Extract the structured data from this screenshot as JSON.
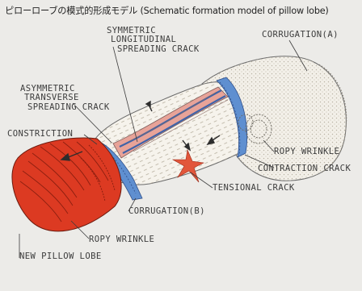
{
  "title": "ピローローブの模式的形成モデル (Schematic formation model of pillow lobe)",
  "labels": {
    "symmetric_crack": [
      "SYMMETRIC",
      "LONGITUDINAL",
      "SPREADING CRACK"
    ],
    "corrugation_a": "CORRUGATION(A)",
    "asymmetric_crack": [
      "ASYMMETRIC",
      "TRANSVERSE",
      "SPREADING CRACK"
    ],
    "constriction": "CONSTRICTION",
    "ropy_wrinkle_right": "ROPY WRINKLE",
    "contraction_crack": "CONTRACTION CRACK",
    "tensional_crack": "TENSIONAL CRACK",
    "corrugation_b": "CORRUGATION(B)",
    "ropy_wrinkle_lower": "ROPY WRINKLE",
    "new_pillow_lobe": "NEW PILLOW LOBE"
  },
  "colors": {
    "background": "#ecebe8",
    "lobe_body": "#f4f1ea",
    "new_lobe": "#dc3a22",
    "crack_band": "#e8a398",
    "corrugation": "#5f8fd0",
    "tension_star": "#e2563b",
    "ink": "#3c3c3c"
  }
}
